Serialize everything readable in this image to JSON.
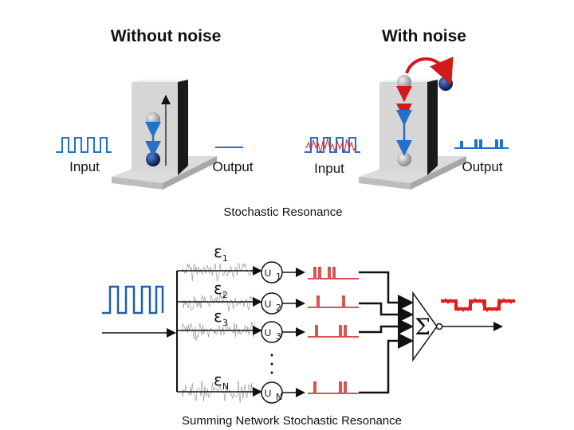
{
  "top": {
    "without_noise": {
      "title": "Without noise",
      "input_label": "Input",
      "output_label": "Output"
    },
    "with_noise": {
      "title": "With noise",
      "input_label": "Input",
      "output_label": "Output"
    },
    "caption": "Stochastic Resonance"
  },
  "network": {
    "units": [
      {
        "eps": "ε",
        "eps_sub": "1",
        "unit": "U",
        "unit_sub": "1"
      },
      {
        "eps": "ε",
        "eps_sub": "2",
        "unit": "U",
        "unit_sub": "2"
      },
      {
        "eps": "ε",
        "eps_sub": "3",
        "unit": "U",
        "unit_sub": "3"
      },
      {
        "eps": "ε",
        "eps_sub": "N",
        "unit": "U",
        "unit_sub": "N"
      }
    ],
    "ellipsis": "·\n·\n·",
    "sum_symbol": "Σ",
    "caption": "Summing Network Stochastic Resonance"
  },
  "colors": {
    "signal_blue": "#2471c8",
    "noise_red": "#e02020",
    "ball_dark": "#0d2a6e",
    "arrow_red": "#d11a1a",
    "noise_gray": "#8c8c8c"
  }
}
